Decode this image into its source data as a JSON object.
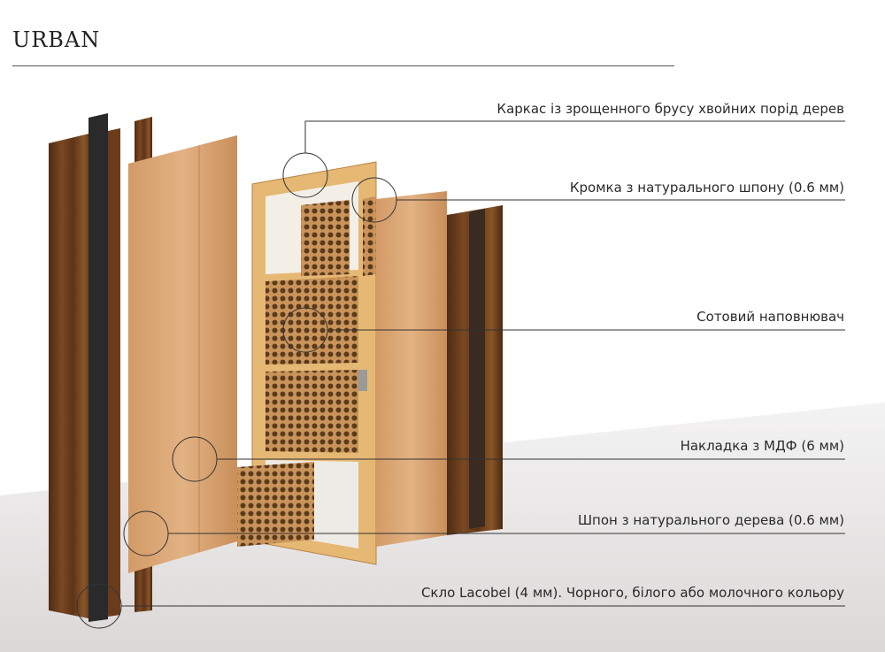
{
  "header": {
    "title": "URBAN"
  },
  "callouts": [
    {
      "label": "Каркас із зрощенного брусу хвойних порід дерев"
    },
    {
      "label": "Кромка з натурального шпону (0.6 мм)"
    },
    {
      "label": "Сотовий наповнювач"
    },
    {
      "label": "Накладка з МДФ (6 мм)"
    },
    {
      "label": "Шпон з натурального дерева (0.6 мм)"
    },
    {
      "label": "Скло Lacobel (4 мм). Чорного, білого або молочного кольору"
    }
  ],
  "colors": {
    "line": "#333333",
    "walnut": "#6b3f1f",
    "mdf": "#d9a877",
    "pine": "#e3b46e",
    "glass": "#2b2b2b",
    "floor": "#e9e6e6"
  }
}
